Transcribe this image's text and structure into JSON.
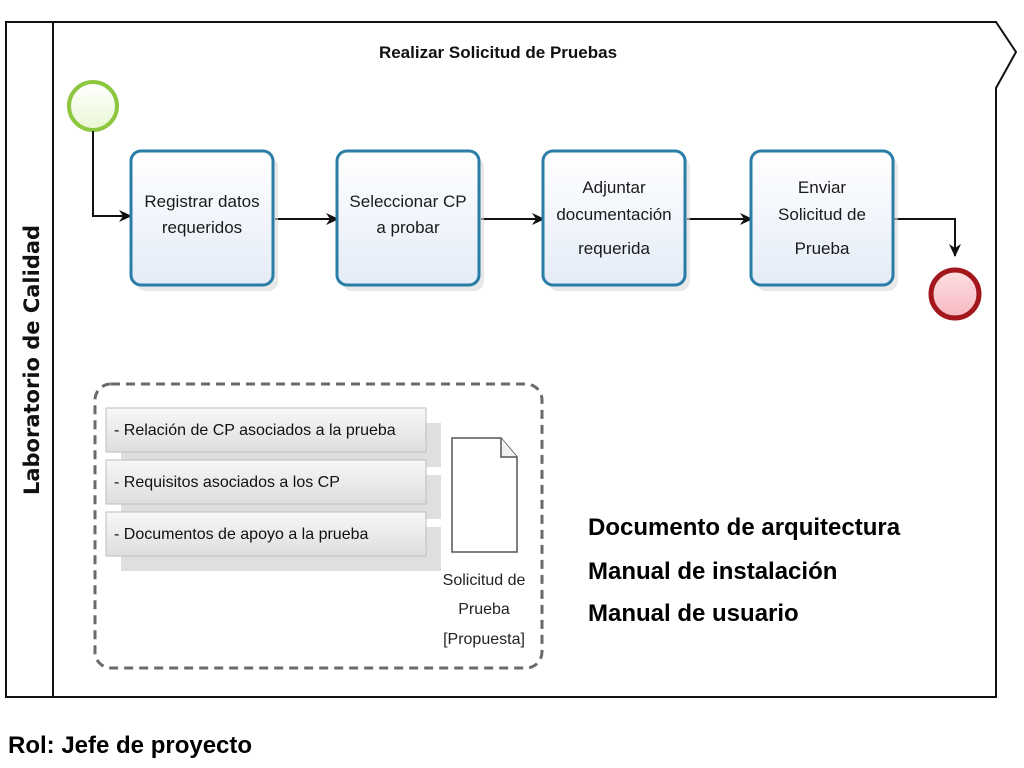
{
  "pool": {
    "title": "Realizar Solicitud de Pruebas",
    "lane_label": "Laboratorio de Calidad"
  },
  "tasks": [
    {
      "lines": [
        "Registrar datos",
        "requeridos"
      ]
    },
    {
      "lines": [
        "Seleccionar CP",
        "a probar"
      ]
    },
    {
      "lines": [
        "Adjuntar",
        "documentación",
        "requerida"
      ]
    },
    {
      "lines": [
        "Enviar",
        "Solicitud de",
        "Prueba"
      ]
    }
  ],
  "group": {
    "items": [
      "- Relación de CP asociados a la prueba",
      "- Requisitos asociados a los CP",
      "- Documentos de apoyo a la prueba"
    ]
  },
  "data_object": {
    "lines": [
      "Solicitud de",
      "Prueba",
      "[Propuesta]"
    ]
  },
  "notes": [
    "Documento de arquitectura",
    "Manual de instalación",
    "Manual de usuario"
  ],
  "role": "Rol: Jefe de proyecto",
  "colors": {
    "start_event": "#8dc63f",
    "end_event": "#a3161b",
    "task_border": "#2a7da6",
    "task_fill": "#eef3fb"
  }
}
